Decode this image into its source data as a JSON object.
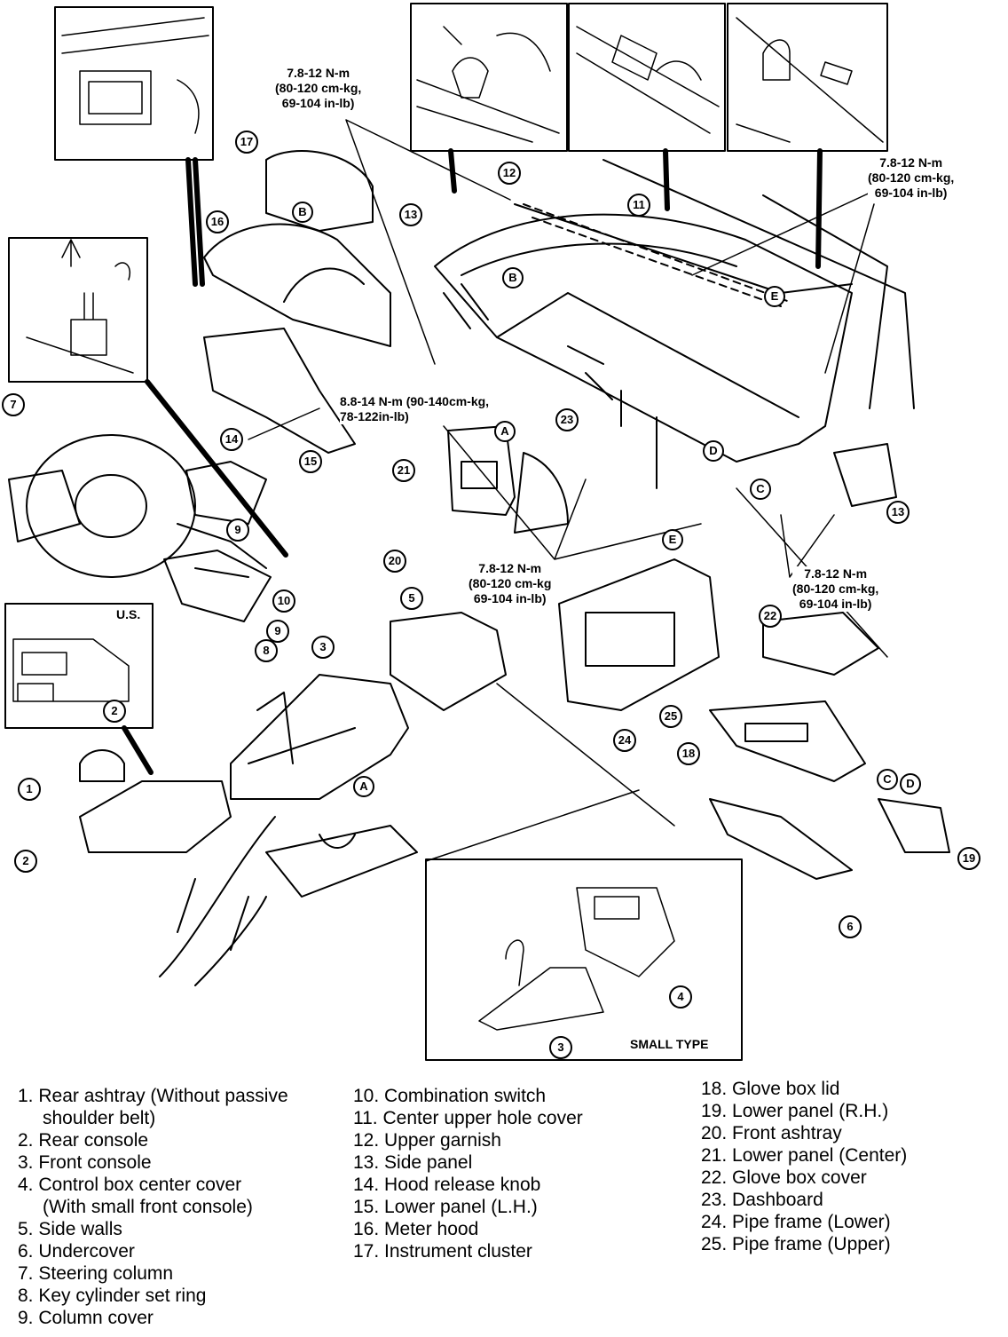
{
  "callouts": [
    {
      "n": "1"
    },
    {
      "n": "2"
    },
    {
      "n": "2"
    },
    {
      "n": "3"
    },
    {
      "n": "3"
    },
    {
      "n": "4"
    },
    {
      "n": "5"
    },
    {
      "n": "6"
    },
    {
      "n": "7"
    },
    {
      "n": "8"
    },
    {
      "n": "9"
    },
    {
      "n": "9"
    },
    {
      "n": "10"
    },
    {
      "n": "11"
    },
    {
      "n": "12"
    },
    {
      "n": "13"
    },
    {
      "n": "13"
    },
    {
      "n": "14"
    },
    {
      "n": "15"
    },
    {
      "n": "16"
    },
    {
      "n": "17"
    },
    {
      "n": "18"
    },
    {
      "n": "19"
    },
    {
      "n": "20"
    },
    {
      "n": "21"
    },
    {
      "n": "22"
    },
    {
      "n": "23"
    },
    {
      "n": "24"
    },
    {
      "n": "25"
    }
  ],
  "letters": [
    "A",
    "A",
    "B",
    "B",
    "C",
    "C",
    "D",
    "D",
    "E",
    "E"
  ],
  "torque_specs": [
    {
      "text": "7.8-12 N-m\n(80-120 cm-kg,\n69-104 in-lb)"
    },
    {
      "text": "7.8-12 N-m\n(80-120 cm-kg,\n69-104 in-lb)"
    },
    {
      "text": "8.8-14 N-m (90-140cm-kg,\n78-122in-lb)"
    },
    {
      "text": "7.8-12 N-m\n(80-120 cm-kg\n69-104 in-lb)"
    },
    {
      "text": "7.8-12 N-m\n(80-120 cm-kg,\n69-104 in-lb)"
    }
  ],
  "box_labels": {
    "us": "U.S.",
    "small_type": "SMALL TYPE"
  },
  "legend": {
    "col1": [
      {
        "line1": "1. Rear ashtray (Without passive",
        "line2": "shoulder belt)"
      },
      {
        "line1": "2. Rear console"
      },
      {
        "line1": "3. Front console"
      },
      {
        "line1": "4. Control box center cover",
        "line2": "(With small front console)"
      },
      {
        "line1": "5. Side walls"
      },
      {
        "line1": "6. Undercover"
      },
      {
        "line1": "7. Steering column"
      },
      {
        "line1": "8. Key cylinder set ring"
      },
      {
        "line1": "9. Column cover"
      }
    ],
    "col2": [
      "10. Combination switch",
      "11. Center upper hole cover",
      "12. Upper garnish",
      "13. Side panel",
      "14. Hood release knob",
      "15. Lower panel (L.H.)",
      "16. Meter hood",
      "17. Instrument cluster"
    ],
    "col3": [
      "18. Glove box lid",
      "19. Lower panel (R.H.)",
      "20. Front ashtray",
      "21. Lower panel (Center)",
      "22. Glove box cover",
      "23. Dashboard",
      "24. Pipe frame (Lower)",
      "25. Pipe frame (Upper)"
    ]
  }
}
